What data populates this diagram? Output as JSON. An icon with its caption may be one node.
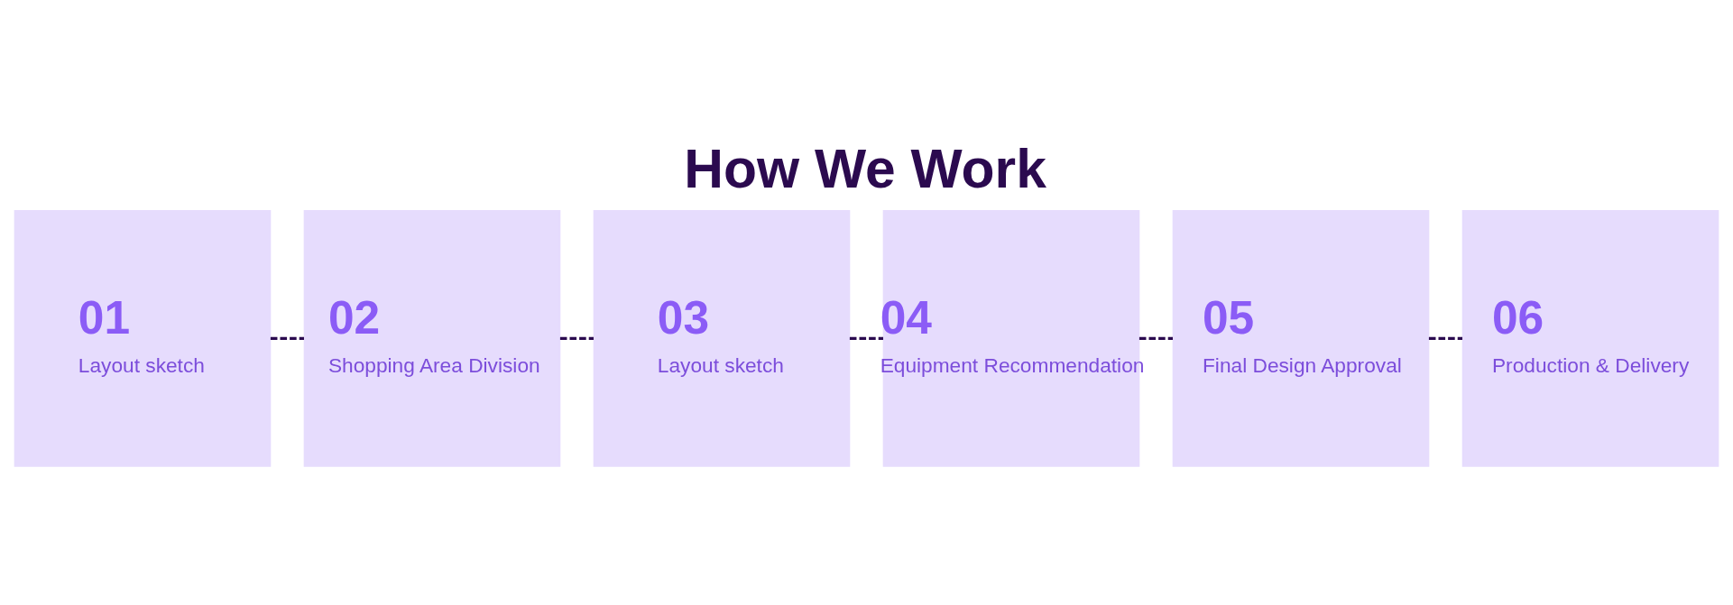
{
  "diagram": {
    "title": "How We Work",
    "nodes": [
      {
        "text": [
          "01",
          "Layout sketch"
        ]
      },
      {
        "text": [
          "02",
          "Shopping Area Division"
        ]
      },
      {
        "text": [
          "03",
          "Layout sketch"
        ]
      },
      {
        "text": [
          "04",
          "Equipment Recommendation"
        ]
      },
      {
        "text": [
          "05",
          "Final Design Approval"
        ]
      },
      {
        "text": [
          "06",
          "Production & Delivery"
        ]
      }
    ],
    "edges": [
      {
        "from": 0,
        "to": 1,
        "arrow": "none",
        "style": "dashed"
      },
      {
        "from": 1,
        "to": 2,
        "arrow": "none",
        "style": "dashed"
      },
      {
        "from": 2,
        "to": 3,
        "arrow": "none",
        "style": "dashed"
      },
      {
        "from": 3,
        "to": 4,
        "arrow": "none",
        "style": "dashed"
      },
      {
        "from": 4,
        "to": 5,
        "arrow": "none",
        "style": "dashed"
      }
    ]
  }
}
